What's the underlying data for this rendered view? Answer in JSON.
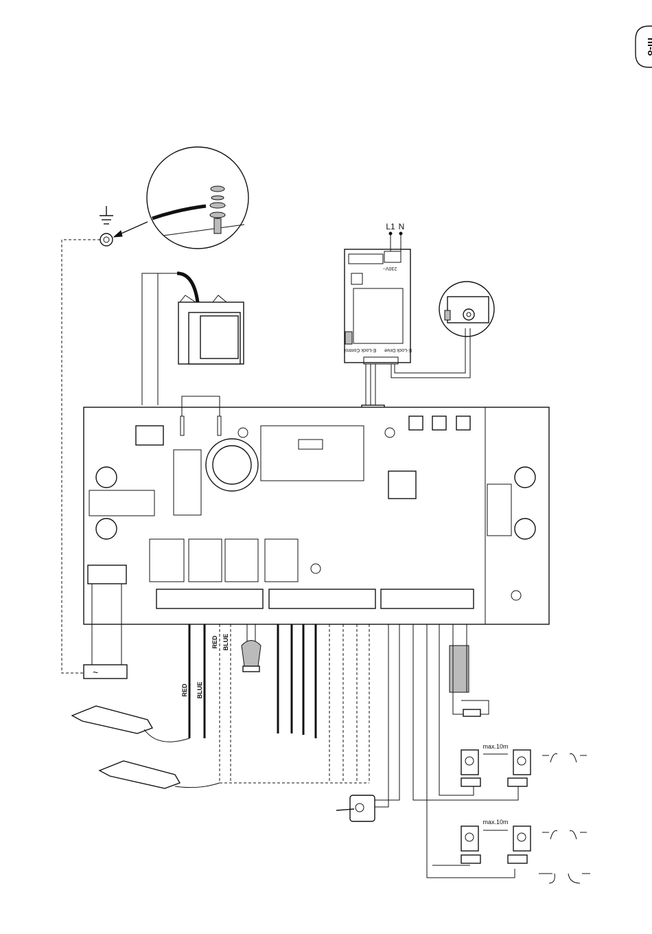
{
  "page_tag": "nl-8",
  "mains": {
    "l1": "L1",
    "n": "N"
  },
  "wire_labels": {
    "red": "RED",
    "blue": "BLUE"
  },
  "distance_labels": [
    "max.10m",
    "max.10m"
  ],
  "transformer_ac_symbol": "~",
  "module_labels": {
    "rating": "230V~",
    "control": "E-Lock Control",
    "drive": "E-Lock Drive"
  }
}
